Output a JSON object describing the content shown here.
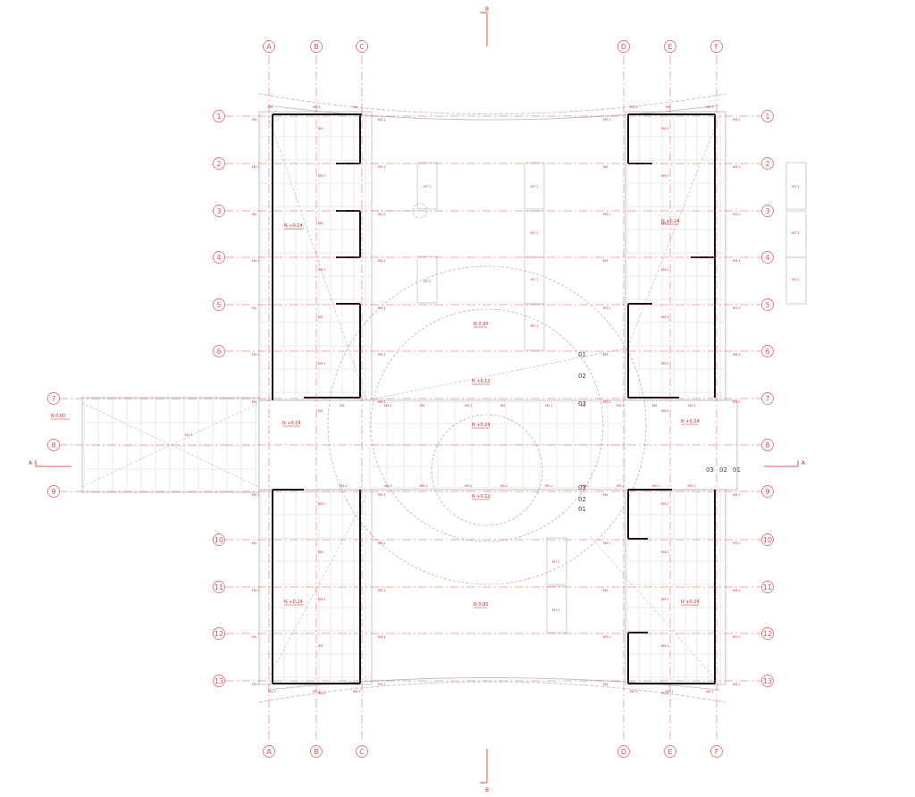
{
  "colors": {
    "background": "#ffffff",
    "grid_axis": "#e0504f",
    "dimension": "#d42020",
    "structure": "#c8c8c8",
    "wall": "#111111",
    "annotation_text": "#d42020"
  },
  "grid": {
    "columns": [
      "A",
      "B",
      "C",
      "D",
      "E",
      "F"
    ],
    "rows": [
      "1",
      "2",
      "3",
      "4",
      "5",
      "6",
      "7",
      "8",
      "9",
      "10",
      "11",
      "12",
      "13"
    ]
  },
  "section_marks": {
    "vertical": "B",
    "horizontal": "A"
  },
  "levels": {
    "courtyard_north": "N 0.00",
    "courtyard_south": "N 0.00",
    "west_bridge": "N 0.00",
    "wing_nw": "N +0.24",
    "wing_ne": "N +0.24",
    "wing_sw": "N +0.24",
    "wing_se": "N +0.24",
    "gallery_west": "N +0.24",
    "gallery_east": "N +0.24",
    "center_top": "N +0.12",
    "center_mid": "N +0.24",
    "center_bottom": "N +0.12"
  },
  "ring_labels": {
    "top": [
      "01",
      "02",
      "03"
    ],
    "bottom": [
      "03",
      "02",
      "01"
    ],
    "right": [
      "03",
      "02",
      "01"
    ]
  },
  "element_tags": {
    "panel": "M7.2",
    "beam": "M4",
    "post": "M4.1",
    "brace": "M3.1",
    "bracket": "M3.2"
  },
  "landscape_tags": {
    "west_panel": "M7.2"
  }
}
